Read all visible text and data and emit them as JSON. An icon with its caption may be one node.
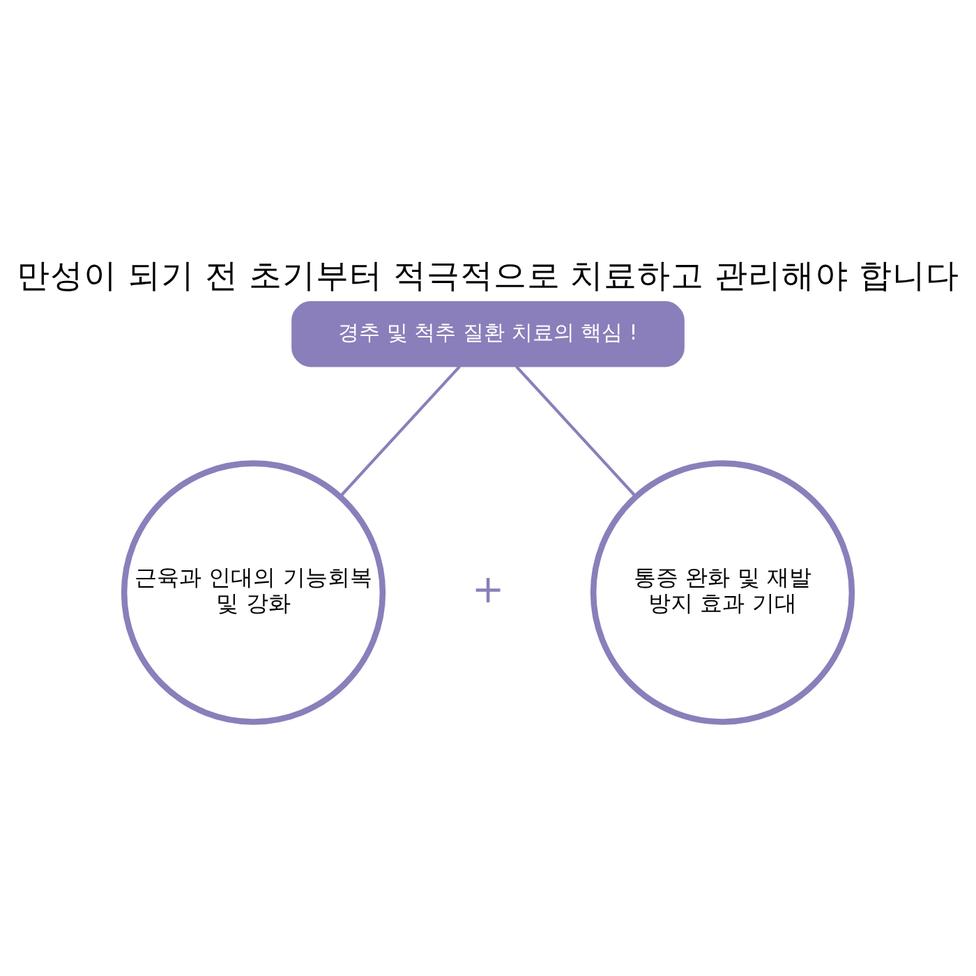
{
  "diagram": {
    "title": "만성이 되기 전 초기부터 적극적으로 치료하고 관리해야 합니다",
    "nodes": [
      {
        "text": [
          "경추 및 척추 질환 치료의 핵심 !"
        ]
      },
      {
        "text": [
          "근육과 인대의 기능회복 및 강화"
        ]
      },
      {
        "text": [
          "통증 완화 및 재발 방지 효과 기대"
        ]
      }
    ],
    "edges": [
      {
        "from": 0,
        "to": 1,
        "arrow": "none"
      },
      {
        "from": 0,
        "to": 2,
        "arrow": "none"
      }
    ],
    "labels": [
      "+"
    ]
  }
}
